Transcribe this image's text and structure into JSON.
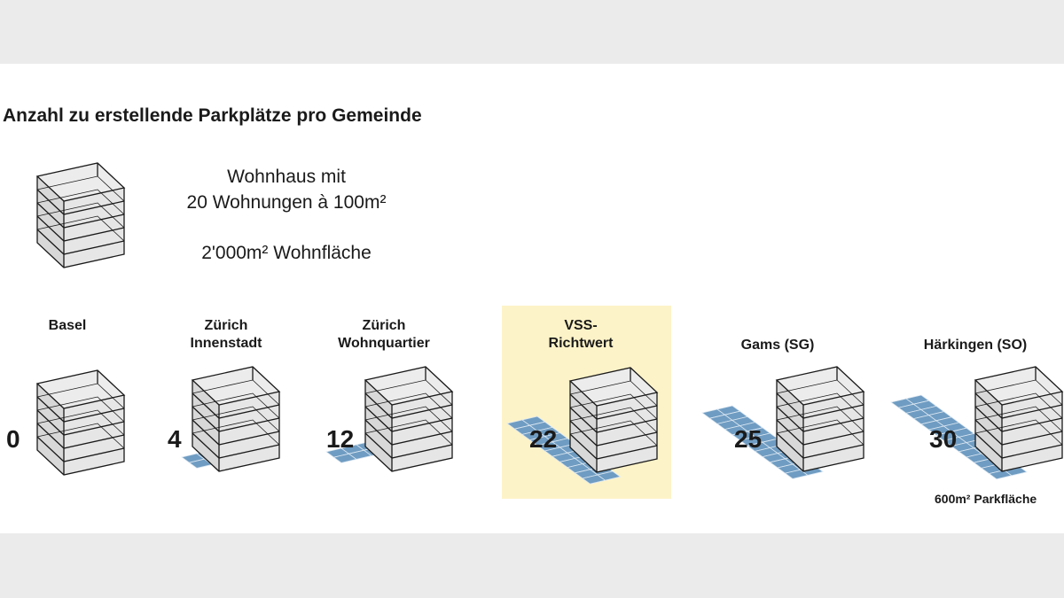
{
  "title": "Anzahl zu erstellende Parkplätze pro Gemeinde",
  "intro": {
    "line1": "Wohnhaus mit",
    "line2": "20 Wohnungen à 100m²",
    "line3": "2'000m² Wohnfläche"
  },
  "municipalities": [
    {
      "label": "Basel",
      "value": "0",
      "highlight": false
    },
    {
      "label": "Zürich Innenstadt",
      "line1": "Zürich",
      "line2": "Innenstadt",
      "value": "4",
      "highlight": false
    },
    {
      "label": "Zürich Wohnquartier",
      "line1": "Zürich",
      "line2": "Wohnquartier",
      "value": "12",
      "highlight": false
    },
    {
      "label": "VSS-Richtwert",
      "line1": "VSS-",
      "line2": "Richtwert",
      "value": "22",
      "highlight": true
    },
    {
      "label": "Gams (SG)",
      "value": "25",
      "highlight": false
    },
    {
      "label": "Härkingen (SO)",
      "value": "30",
      "highlight": false
    }
  ],
  "note": "600m² Parkfläche",
  "colors": {
    "parking": "#6f9cc2",
    "highlight": "#fdf3c8",
    "building": "#e0e0e0"
  }
}
